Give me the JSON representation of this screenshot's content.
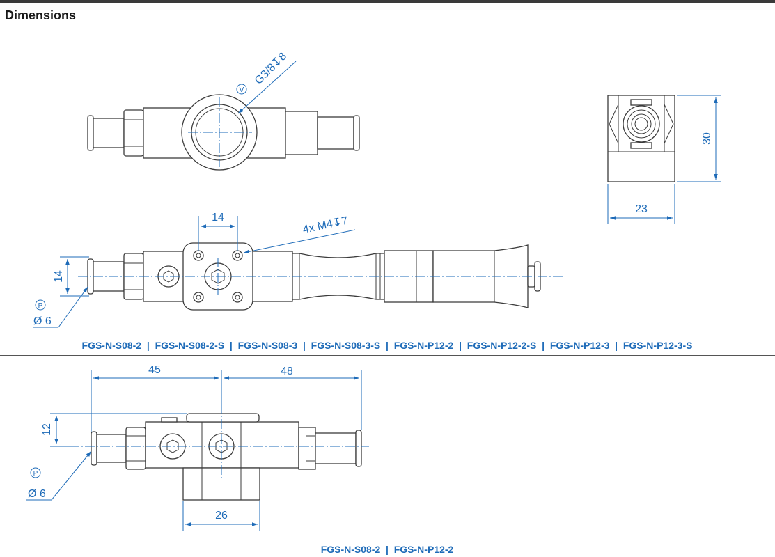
{
  "header": {
    "title": "Dimensions"
  },
  "dimensions": {
    "thread_top": "G3/8↧8",
    "label_v": "V",
    "height_30": "30",
    "width_23": "23",
    "spacing_14_horizontal": "14",
    "spacing_14_vertical": "14",
    "thread_mounting": "4x M4↧7",
    "label_p_top": "P",
    "diameter_top": "Ø 6",
    "length_45": "45",
    "length_48": "48",
    "offset_12": "12",
    "label_p_bottom": "P",
    "diameter_bottom": "Ø 6",
    "width_26": "26"
  },
  "models_top": "FGS-N-S08-2  |  FGS-N-S08-2-S  |  FGS-N-S08-3  |  FGS-N-S08-3-S  |  FGS-N-P12-2  |  FGS-N-P12-2-S  |  FGS-N-P12-3  |  FGS-N-P12-3-S",
  "models_bottom": "FGS-N-S08-2  |  FGS-N-P12-2",
  "colors": {
    "dimension": "#1e6bb8",
    "outline": "#3b3b3b",
    "rule": "#555555"
  }
}
